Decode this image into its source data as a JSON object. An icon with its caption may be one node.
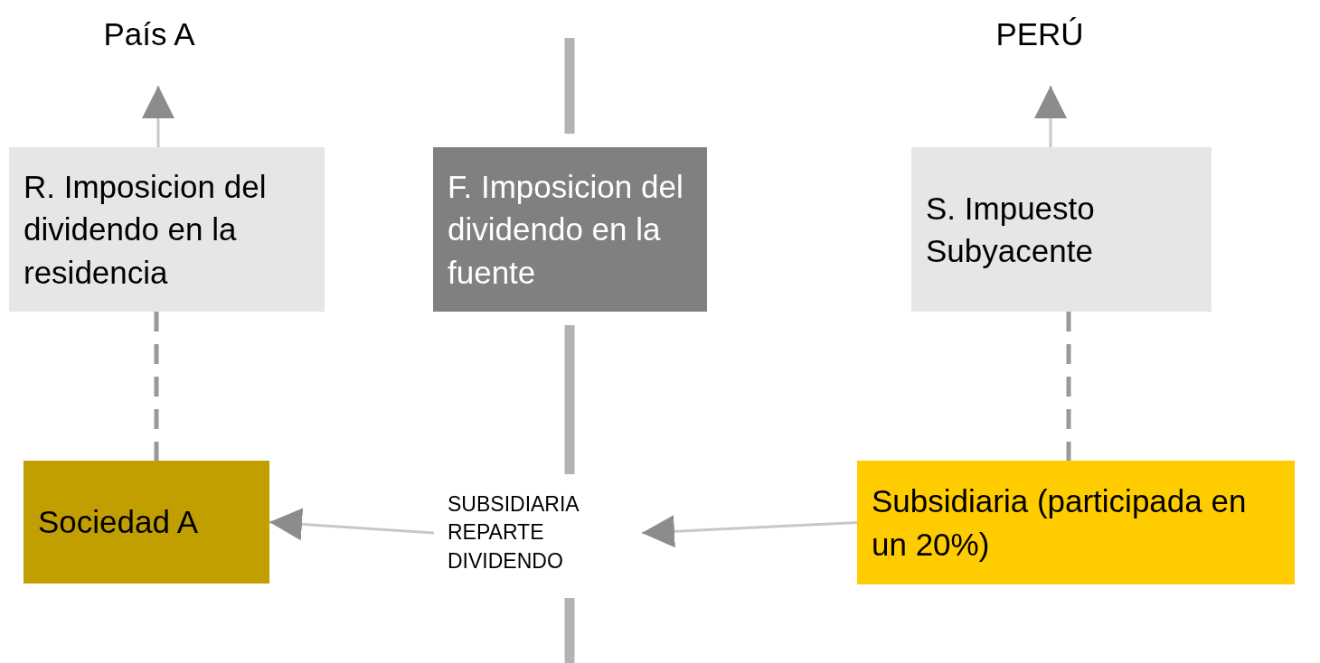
{
  "diagram": {
    "nodes": [
      {
        "text": [
          "País A"
        ]
      },
      {
        "text": [
          "PERÚ"
        ]
      },
      {
        "text": [
          "R. Imposicion del dividendo en la residencia"
        ]
      },
      {
        "text": [
          "F. Imposicion del dividendo en la fuente"
        ]
      },
      {
        "text": [
          "S. Impuesto Subyacente"
        ]
      },
      {
        "text": [
          "Sociedad A"
        ]
      },
      {
        "text": [
          "SUBSIDIARIA REPARTE DIVIDENDO"
        ]
      },
      {
        "text": [
          "Subsidiaria (participada en un 20%)"
        ]
      }
    ],
    "edges": [
      {
        "from": 2,
        "to": 0,
        "arrow": "to"
      },
      {
        "from": 4,
        "to": 1,
        "arrow": "to"
      },
      {
        "from": 2,
        "to": 5,
        "arrow": "none",
        "style": "dashed"
      },
      {
        "from": 4,
        "to": 7,
        "arrow": "none",
        "style": "dashed"
      },
      {
        "from": 7,
        "to": 6,
        "arrow": "to"
      },
      {
        "from": 6,
        "to": 5,
        "arrow": "to"
      }
    ]
  }
}
